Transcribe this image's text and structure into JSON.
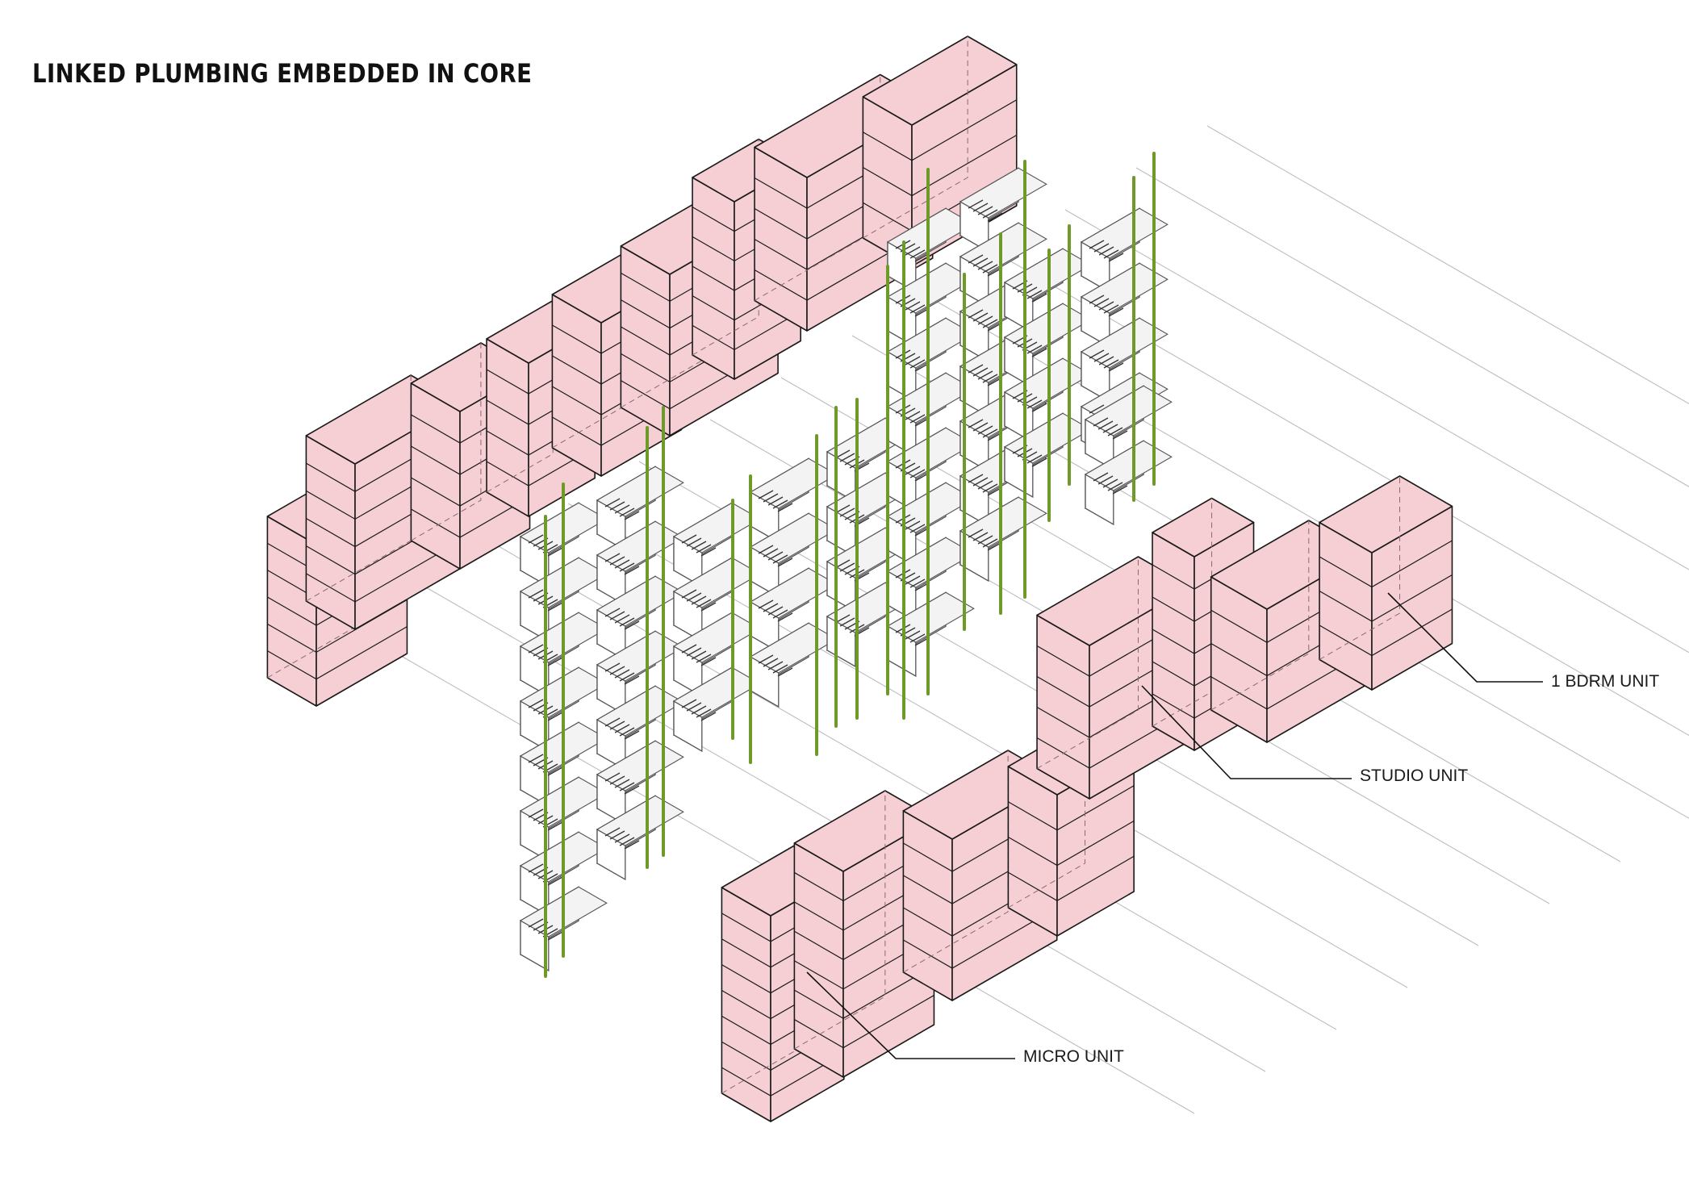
{
  "title": "LINKED PLUMBING EMBEDDED IN CORE",
  "labels": {
    "one_bdrm": "1 BDRM UNIT",
    "studio": "STUDIO UNIT",
    "micro": "MICRO UNIT"
  },
  "colors": {
    "unit_fill": "#f6cfd4",
    "unit_stroke": "#1a1a1a",
    "plumbing": "#6e9a2a",
    "core_stroke": "#555555",
    "guide": "#bdbdbd"
  }
}
